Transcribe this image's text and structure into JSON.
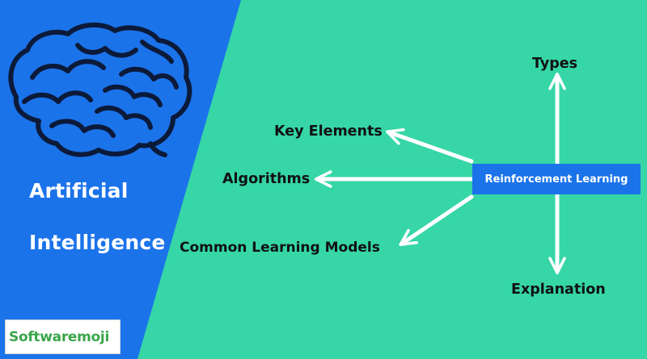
{
  "left_panel": {
    "title_line1": "Artificial",
    "title_line2": "Intelligence",
    "color": "#1b73ea",
    "brain_icon": "brain-icon"
  },
  "logo": {
    "text": "Softwaremoji",
    "color": "#3aa64a"
  },
  "diagram": {
    "center": "Reinforcement Learning",
    "branches": {
      "types": "Types",
      "key_elements": "Key Elements",
      "algorithms": "Algorithms",
      "common_models": "Common Learning Models",
      "explanation": "Explanation"
    }
  },
  "colors": {
    "background": "#36d6a6",
    "arrow": "#ffffff",
    "center_box": "#1b73ea"
  }
}
